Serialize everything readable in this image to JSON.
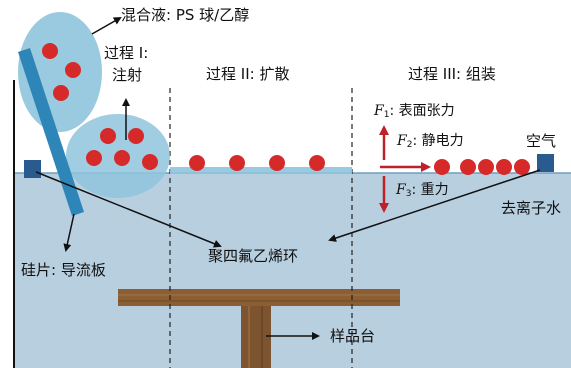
{
  "colors": {
    "water": "#b8cfe0",
    "water_surface": "#7aa7c7",
    "droplet": "#8fc4dd",
    "particle": "#d62a2a",
    "wafer": "#2e86b8",
    "ring": "#2a5b8e",
    "stage": "#8b5e34",
    "force_arrow": "#c0202a"
  },
  "labels": {
    "mixture": "混合液: PS 球/乙醇",
    "process1_line1": "过程 I:",
    "process1_line2": "注射",
    "process2": "过程 II: 扩散",
    "process3": "过程 III: 组装",
    "air": "空气",
    "water": "去离子水",
    "wafer": "硅片: 导流板",
    "ring": "聚四氟乙烯环",
    "stage": "样品台"
  },
  "forces": [
    {
      "symbol": "F",
      "sub": "1",
      "label": ": 表面张力"
    },
    {
      "symbol": "F",
      "sub": "2",
      "label": ": 静电力"
    },
    {
      "symbol": "F",
      "sub": "3",
      "label": ": 重力"
    }
  ]
}
